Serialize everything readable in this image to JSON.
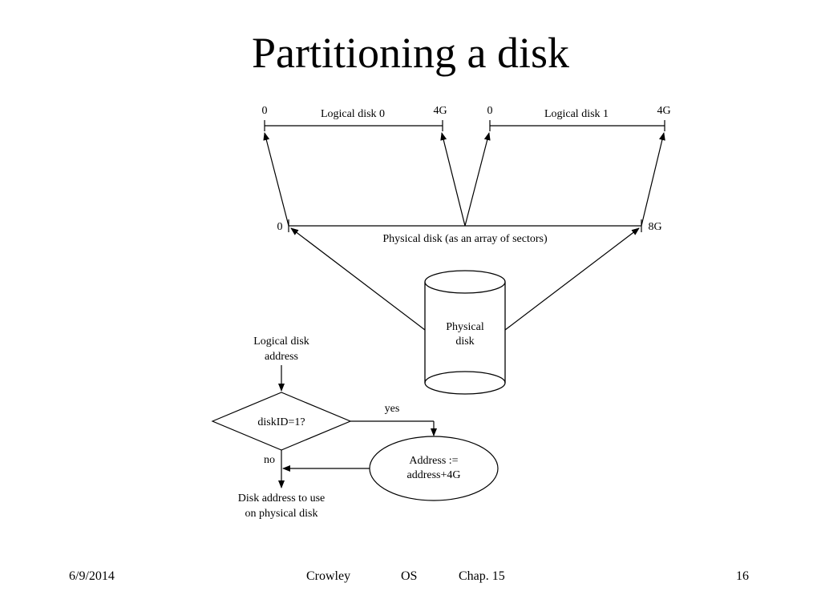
{
  "slide": {
    "title": "Partitioning a disk"
  },
  "diagram": {
    "logical_disk_0": {
      "label": "Logical disk 0",
      "start": "0",
      "end": "4G"
    },
    "logical_disk_1": {
      "label": "Logical disk 1",
      "start": "0",
      "end": "4G"
    },
    "physical_disk_bar": {
      "label": "Physical disk (as an array of sectors)",
      "start": "0",
      "end": "8G"
    },
    "cylinder_label_line1": "Physical",
    "cylinder_label_line2": "disk",
    "flowchart": {
      "input_line1": "Logical disk",
      "input_line2": "address",
      "decision": "diskID=1?",
      "yes_label": "yes",
      "no_label": "no",
      "process_line1": "Address :=",
      "process_line2": "address+4G",
      "output_line1": "Disk address to use",
      "output_line2": "on physical disk"
    }
  },
  "footer": {
    "date": "6/9/2014",
    "author": "Crowley",
    "course": "OS",
    "chapter": "Chap. 15",
    "page_number": "16"
  }
}
